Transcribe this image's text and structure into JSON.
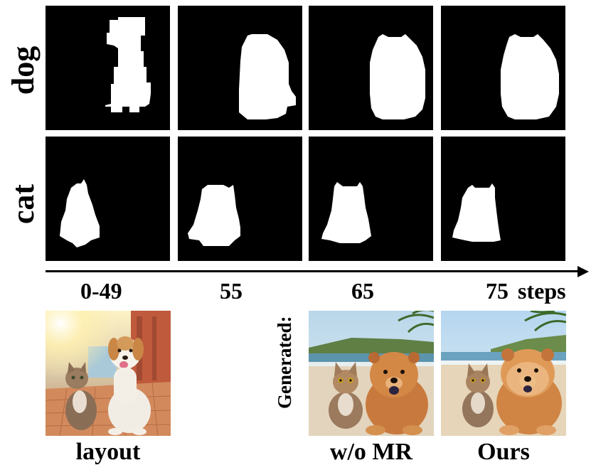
{
  "rows": [
    {
      "label": "dog",
      "steps": [
        "0-49",
        "55",
        "65",
        "75"
      ]
    },
    {
      "label": "cat",
      "steps": [
        "0-49",
        "55",
        "65",
        "75"
      ]
    }
  ],
  "axis": {
    "step_labels": [
      "0-49",
      "55",
      "65",
      "75"
    ],
    "unit": "steps"
  },
  "bottom": {
    "layout_caption": "layout",
    "generated_label": "Generated:",
    "without_mr_caption": "w/o MR",
    "ours_caption": "Ours"
  },
  "colors": {
    "mask_background": "#000000",
    "mask_foreground": "#ffffff"
  }
}
